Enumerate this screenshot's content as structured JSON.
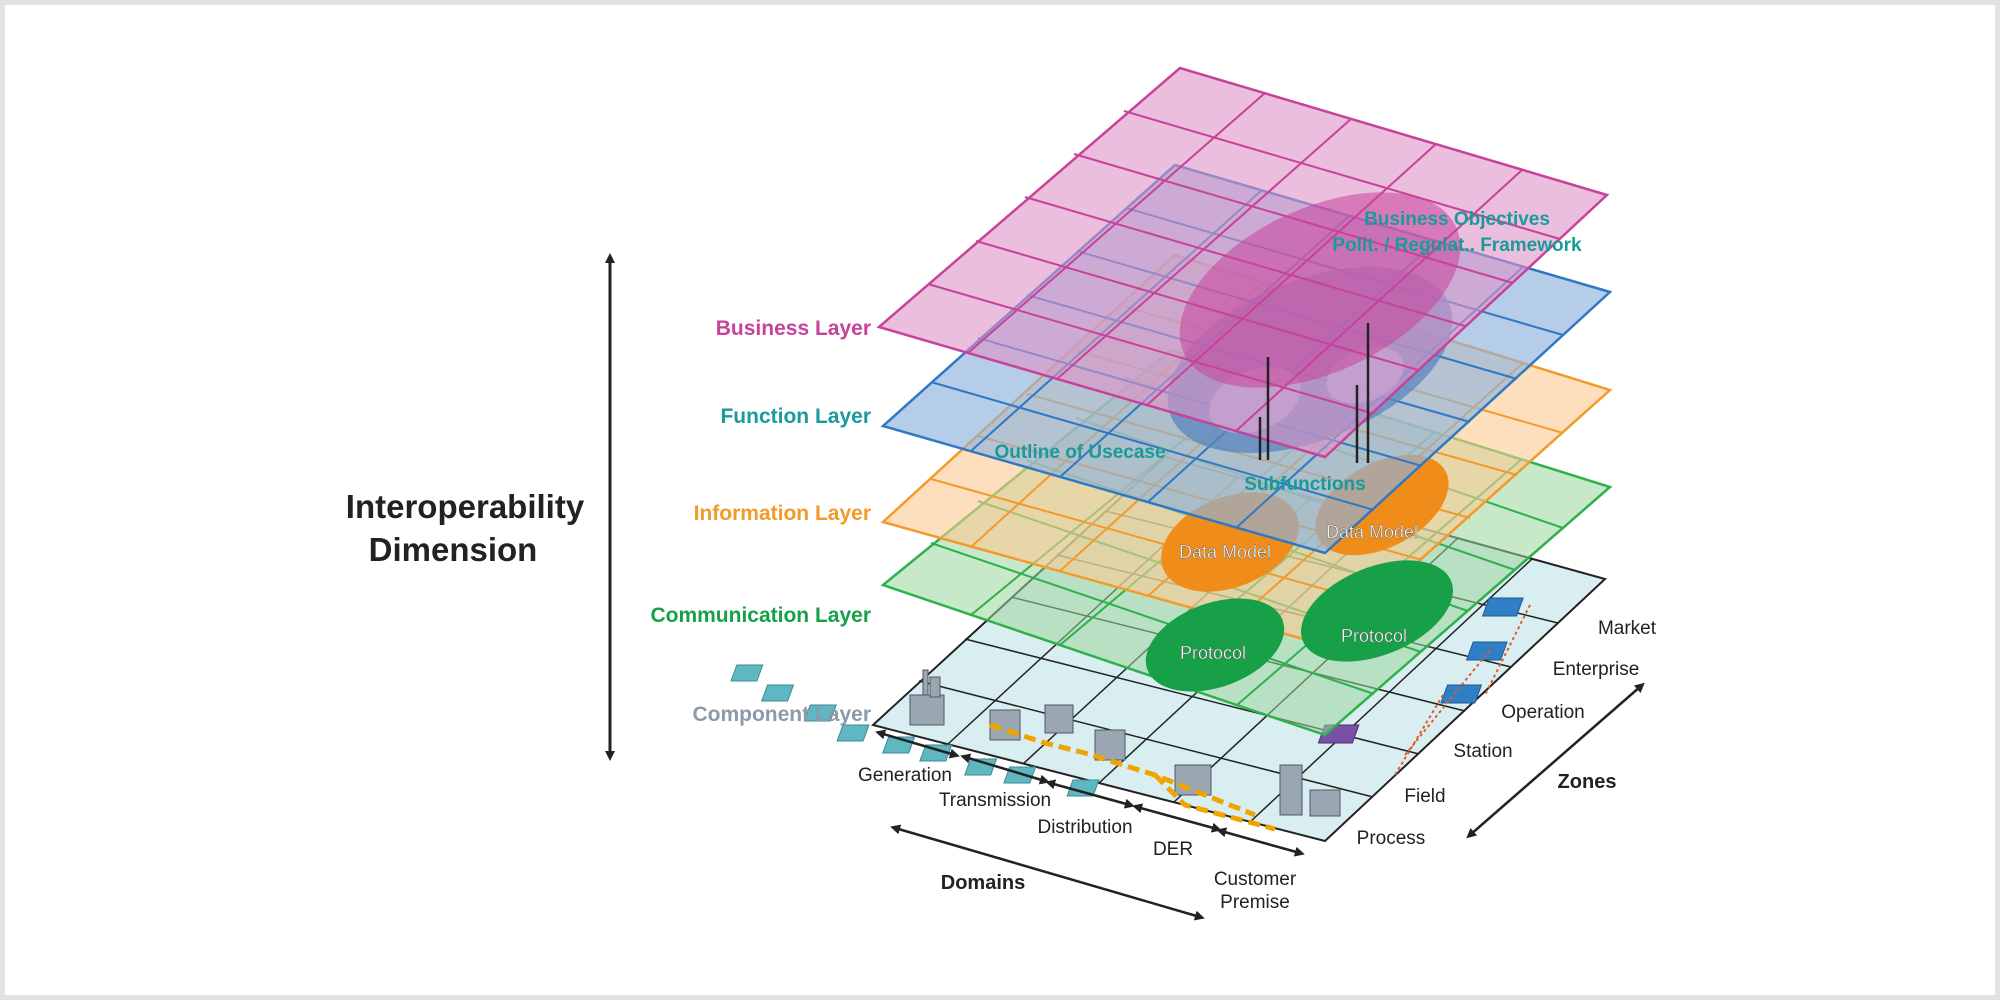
{
  "dimension_label": [
    "Interoperability",
    "Dimension"
  ],
  "layers": {
    "business": "Business Layer",
    "function": "Function Layer",
    "information": "Information Layer",
    "communication": "Communication Layer",
    "component": "Component Layer"
  },
  "annotations": {
    "business_objectives": "Business Objectives",
    "framework": "Polit. / Regulat.. Framework",
    "outline_of_usecase": "Outline of Usecase",
    "subfunctions": "Subfunctions",
    "data_model_1": "Data Model",
    "data_model_2": "Data Model",
    "protocol_1": "Protocol",
    "protocol_2": "Protocol"
  },
  "domains": {
    "title": "Domains",
    "items": [
      "Generation",
      "Transmission",
      "Distribution",
      "DER",
      "Customer",
      "Premise"
    ]
  },
  "zones": {
    "title": "Zones",
    "items": [
      "Process",
      "Field",
      "Station",
      "Operation",
      "Enterprise",
      "Market"
    ]
  },
  "colors": {
    "business": "#c8419a",
    "function": "#2f78c4",
    "information": "#f39a2a",
    "communication": "#2db14a",
    "component": "#8a9aaa",
    "annotation_text": "#1a9a9a"
  }
}
